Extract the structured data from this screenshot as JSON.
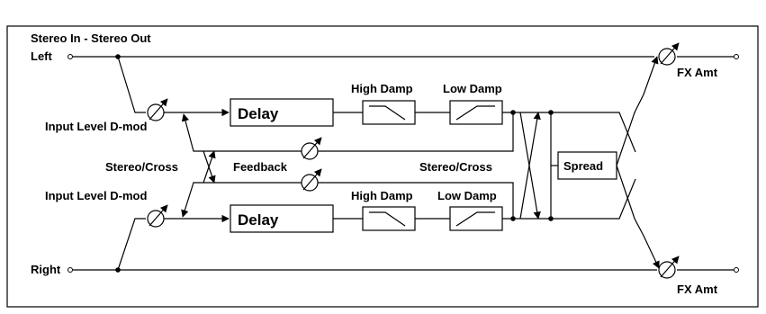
{
  "title": "Stereo In - Stereo Out",
  "inputs": {
    "left": "Left",
    "right": "Right"
  },
  "blocks": {
    "delay_top": "Delay",
    "delay_bottom": "Delay",
    "high_damp_top": "High Damp",
    "low_damp_top": "Low Damp",
    "high_damp_bottom": "High Damp",
    "low_damp_bottom": "Low Damp",
    "spread": "Spread"
  },
  "labels": {
    "input_level_top": "Input Level D-mod",
    "input_level_bottom": "Input Level D-mod",
    "stereo_cross_left": "Stereo/Cross",
    "stereo_cross_right": "Stereo/Cross",
    "feedback": "Feedback",
    "fx_amt_top": "FX Amt",
    "fx_amt_bottom": "FX Amt"
  }
}
